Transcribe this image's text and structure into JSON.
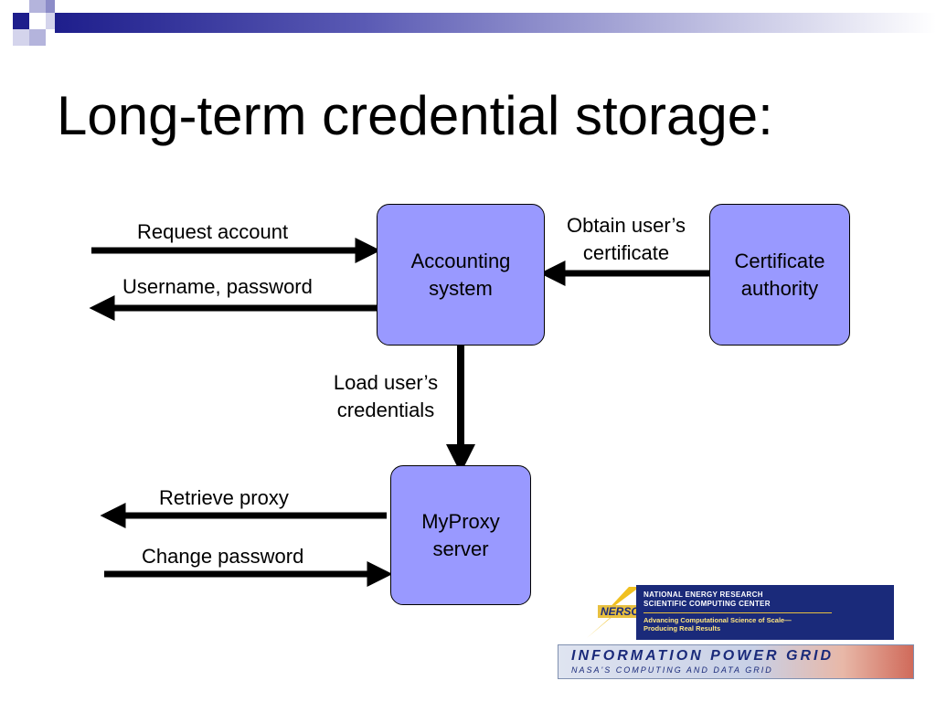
{
  "slide": {
    "title": "Long-term credential storage:"
  },
  "nodes": {
    "accounting": "Accounting system",
    "ca": "Certificate authority",
    "myproxy": "MyProxy server"
  },
  "edges": {
    "request_account": "Request account",
    "username_password": "Username, password",
    "obtain_cert": "Obtain user’s certificate",
    "load_credentials": "Load user’s credentials",
    "retrieve_proxy": "Retrieve proxy",
    "change_password": "Change password"
  },
  "logos": {
    "nersc_line1": "NATIONAL ENERGY RESEARCH",
    "nersc_line2": "SCIENTIFIC COMPUTING CENTER",
    "nersc_tagline1": "Advancing Computational Science of Scale—",
    "nersc_tagline2": "Producing Real Results",
    "nersc_mark": "NERSC",
    "ipg_title": "INFORMATION POWER GRID",
    "ipg_subtitle": "NASA'S COMPUTING AND DATA GRID"
  },
  "colors": {
    "box_fill": "#9999ff",
    "accent_dark": "#1e1e8c",
    "accent_light": "#b4b4dc"
  }
}
